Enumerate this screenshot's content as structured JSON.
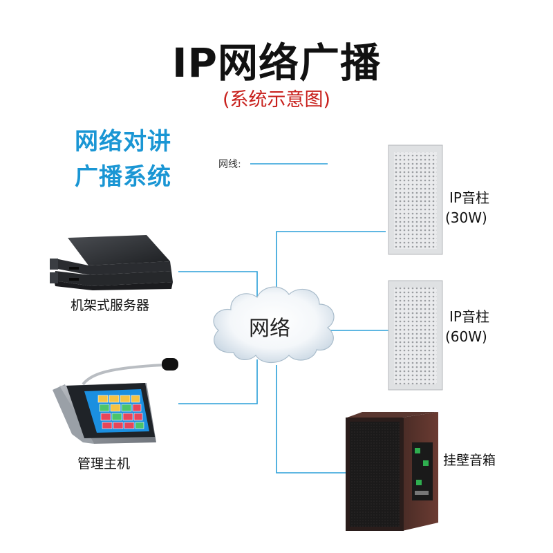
{
  "title": "IP网络广播",
  "subtitle": "(系统示意图)",
  "heading": {
    "line1": "网络对讲",
    "line2": "广播系统"
  },
  "legend": {
    "label": "网线:",
    "line_color": "#2a9fd8"
  },
  "network": {
    "label": "网络"
  },
  "devices": {
    "server": {
      "label": "机架式服务器"
    },
    "host": {
      "label": "管理主机"
    },
    "speaker_30w": {
      "line1": "IP音柱",
      "line2": "(30W)"
    },
    "speaker_60w": {
      "line1": "IP音柱",
      "line2": "(60W)"
    },
    "wall_speaker": {
      "label": "挂壁音箱"
    }
  },
  "colors": {
    "title": "#111111",
    "subtitle": "#c8201c",
    "heading": "#1a96d4",
    "cable": "#2a9fd8"
  }
}
